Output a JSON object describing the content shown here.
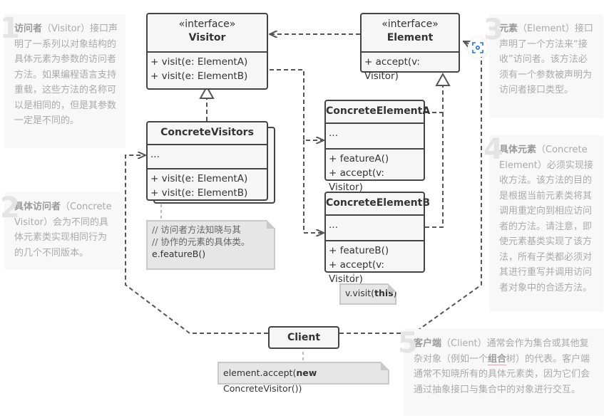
{
  "diagram": {
    "title": "Visitor pattern structure",
    "classes": {
      "visitor": {
        "stereotype": "«interface»",
        "name": "Visitor",
        "methods": [
          "+ visit(e: ElementA)",
          "+ visit(e: ElementB)"
        ]
      },
      "element": {
        "stereotype": "«interface»",
        "name": "Element",
        "methods": [
          "+ accept(v: Visitor)"
        ]
      },
      "concrete_visitors": {
        "name": "ConcreteVisitors",
        "fields": "...",
        "methods": [
          "+ visit(e: ElementA)",
          "+ visit(e: ElementB)"
        ]
      },
      "concrete_element_a": {
        "name": "ConcreteElementA",
        "fields": "...",
        "methods": [
          "+ featureA()",
          "+ accept(v: Visitor)"
        ]
      },
      "concrete_element_b": {
        "name": "ConcreteElementB",
        "fields": "...",
        "methods": [
          "+ featureB()",
          "+ accept(v: Visitor)"
        ]
      },
      "client": {
        "name": "Client"
      }
    },
    "notes": {
      "visitor_note": {
        "line1": "// 访问者方法知晓与其",
        "line2": "// 协作的元素的具体类。",
        "line3": "e.featureB()"
      },
      "element_note": {
        "prefix": "v.visit(",
        "keyword": "this",
        "suffix": ")"
      },
      "client_note": {
        "prefix": "element.accept(",
        "keyword": "new",
        "suffix": " ConcreteVisitor())"
      }
    },
    "descriptions": [
      {
        "number": "1",
        "title": "访问者",
        "text": "（Visitor）接口声明了一系列以对象结构的具体元素为参数的访问者方法。如果编程语言支持重载，这些方法的名称可以是相同的，但是其参数一定是不同的。"
      },
      {
        "number": "2",
        "title": "具体访问者",
        "text": "（Concrete Visitor）会为不同的具体元素类实现相同行为的几个不同版本。"
      },
      {
        "number": "3",
        "title": "元素",
        "text": "（Element）接口声明了一个方法来“接收”访问者。该方法必须有一个参数被声明为访问者接口类型。"
      },
      {
        "number": "4",
        "title": "具体元素",
        "text": "（Concrete Element）必须实现接收方法。该方法的目的是根据当前元素类将其调用重定向到相应访问者的方法。请注意，即使元素基类实现了该方法，所有子类都必须对其进行重写并调用访问者对象中的合适方法。"
      },
      {
        "number": "5",
        "title": "客户端",
        "text_before": "（Client）通常会作为集合或其他复杂对象（例如一个",
        "link": "组合",
        "text_after": "树）的代表。客户端通常不知晓所有的具体元素类，因为它们会通过抽象接口与集合中的对象进行交互。"
      }
    ],
    "icons": {
      "screenshot": "camera-scan-icon"
    },
    "colors": {
      "line": "#444444",
      "note_bg": "#e6e6e6",
      "desc_text": "#aaaaaa",
      "icon_accent": "#1a73e8"
    }
  }
}
